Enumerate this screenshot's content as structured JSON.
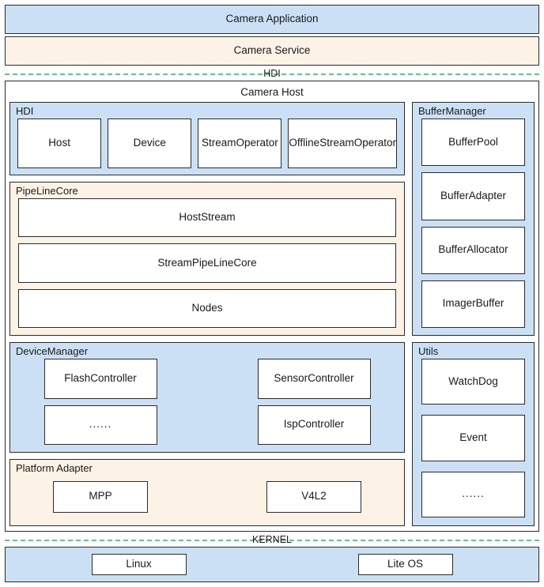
{
  "layers": {
    "application": {
      "label": "Camera Application"
    },
    "service": {
      "label": "Camera Service"
    },
    "hdi_separator": {
      "label": "HDI"
    },
    "kernel_separator": {
      "label": "KERNEL"
    }
  },
  "camera_host": {
    "title": "Camera Host",
    "groups": {
      "hdi": {
        "title": "HDI",
        "items": [
          {
            "label": "Host"
          },
          {
            "label": "Device"
          },
          {
            "label": "StreamOperator"
          },
          {
            "label": "OfflineStreamOperator"
          }
        ]
      },
      "pipeline_core": {
        "title": "PipeLineCore",
        "items": [
          {
            "label": "HostStream"
          },
          {
            "label": "StreamPipeLineCore"
          },
          {
            "label": "Nodes"
          }
        ]
      },
      "device_manager": {
        "title": "DeviceManager",
        "items": [
          {
            "label": "FlashController"
          },
          {
            "label": "SensorController"
          },
          {
            "label": "......"
          },
          {
            "label": "IspController"
          }
        ]
      },
      "platform_adapter": {
        "title": "Platform Adapter",
        "items": [
          {
            "label": "MPP"
          },
          {
            "label": "V4L2"
          }
        ]
      },
      "buffer_manager": {
        "title": "BufferManager",
        "items": [
          {
            "label": "BufferPool"
          },
          {
            "label": "BufferAdapter"
          },
          {
            "label": "BufferAllocator"
          },
          {
            "label": "ImagerBuffer"
          }
        ]
      },
      "utils": {
        "title": "Utils",
        "items": [
          {
            "label": "WatchDog"
          },
          {
            "label": "Event"
          },
          {
            "label": "......"
          }
        ]
      }
    }
  },
  "kernel": {
    "items": [
      {
        "label": "Linux"
      },
      {
        "label": "Lite OS"
      }
    ]
  },
  "colors": {
    "blue_fill": "#cce0f5",
    "cream_fill": "#fdf2e6",
    "white_fill": "#ffffff",
    "border": "#2b2b2b",
    "separator_green": "#6bbf8e",
    "text": "#1a1a1a"
  }
}
